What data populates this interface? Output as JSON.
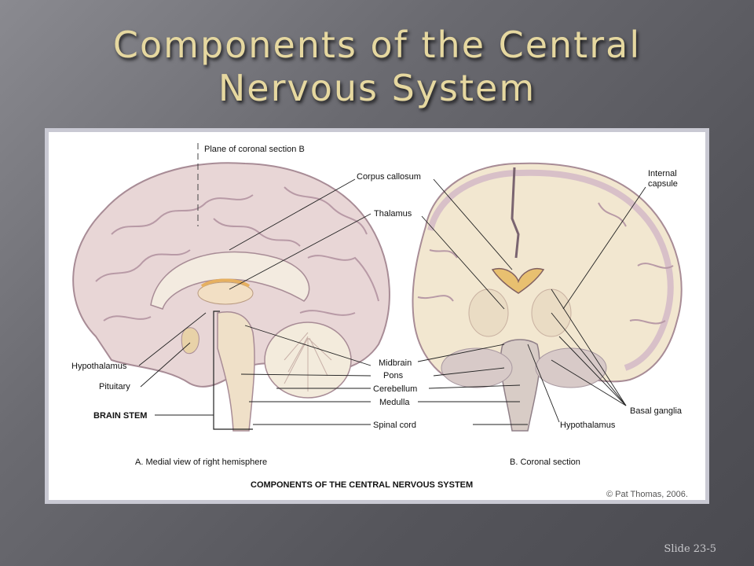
{
  "slide": {
    "title_line1": "Components of the Central",
    "title_line2": "Nervous System",
    "slide_number": "Slide 23-5"
  },
  "figure": {
    "caption": "COMPONENTS OF THE CENTRAL NERVOUS SYSTEM",
    "credit": "© Pat Thomas, 2006.",
    "panel_a": {
      "caption": "A. Medial view of right hemisphere",
      "labels": {
        "plane": "Plane of coronal section B",
        "corpus_callosum": "Corpus callosum",
        "thalamus": "Thalamus",
        "hypothalamus": "Hypothalamus",
        "pituitary": "Pituitary",
        "brain_stem": "BRAIN STEM",
        "midbrain": "Midbrain",
        "pons": "Pons",
        "cerebellum": "Cerebellum",
        "medulla": "Medulla",
        "spinal_cord": "Spinal cord"
      }
    },
    "panel_b": {
      "caption": "B. Coronal section",
      "labels": {
        "internal_capsule_1": "Internal",
        "internal_capsule_2": "capsule",
        "basal_ganglia": "Basal ganglia",
        "hypothalamus": "Hypothalamus"
      }
    }
  }
}
